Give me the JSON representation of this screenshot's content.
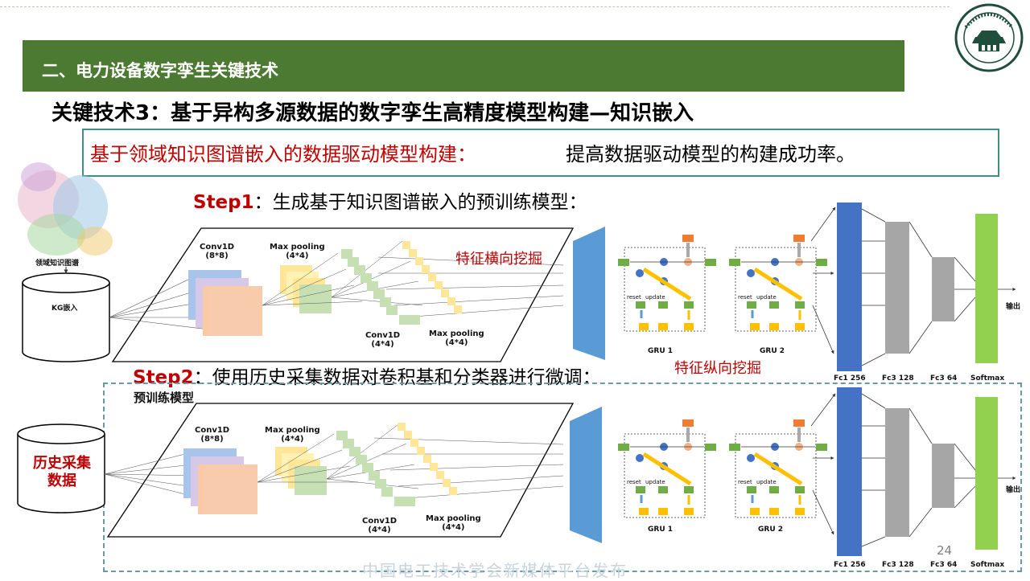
{
  "section_banner": "二、电力设备数字孪生关键技术",
  "slide_title": "关键技术3：基于异构多源数据的数字孪生高精度模型构建—知识嵌入",
  "callout": {
    "red_text": "基于领域知识图谱嵌入的数据驱动模型构建：",
    "black_text": "提高数据驱动模型的构建成功率。"
  },
  "step1": {
    "label": "Step1",
    "text": "：生成基于知识图谱嵌入的预训练模型："
  },
  "step2": {
    "label": "Step2",
    "text": "：使用历史采集数据对卷积基和分类器进行微调："
  },
  "annotations": {
    "horizontal": "特征横向挖掘",
    "vertical": "特征纵向挖掘"
  },
  "kg": {
    "graph_label": "领域知识图谱",
    "db_label": "KG嵌入"
  },
  "history_db": {
    "label_line1": "历史采集",
    "label_line2": "数据"
  },
  "pretrained_label": "预训练模型",
  "cnn_labels": {
    "conv1": "Conv1D",
    "conv1_size": "(8*8)",
    "pool1": "Max pooling",
    "pool1_size": "(4*4)",
    "conv2": "Conv1D",
    "conv2_size": "(4*4)",
    "pool2": "Max pooling",
    "pool2_size": "(4*4)"
  },
  "gru_labels": {
    "gru1": "GRU 1",
    "gru2": "GRU 2",
    "reset": "reset",
    "update": "update"
  },
  "fc_labels": {
    "fc1": "Fc1 256",
    "fc3a": "Fc3 128",
    "fc3b": "Fc3 64",
    "softmax": "Softmax",
    "output": "输出"
  },
  "page_number": "24",
  "watermark": "中国电工技术学会新媒体平台发布",
  "colors": {
    "banner_green": "#4d7a33",
    "accent_red": "#c00000",
    "callout_border": "#3f8f87",
    "fc1_blue": "#4472c4",
    "funnel_blue": "#5b9bd5",
    "fc_gray": "#a6a6a6",
    "softmax_green": "#92d050"
  }
}
